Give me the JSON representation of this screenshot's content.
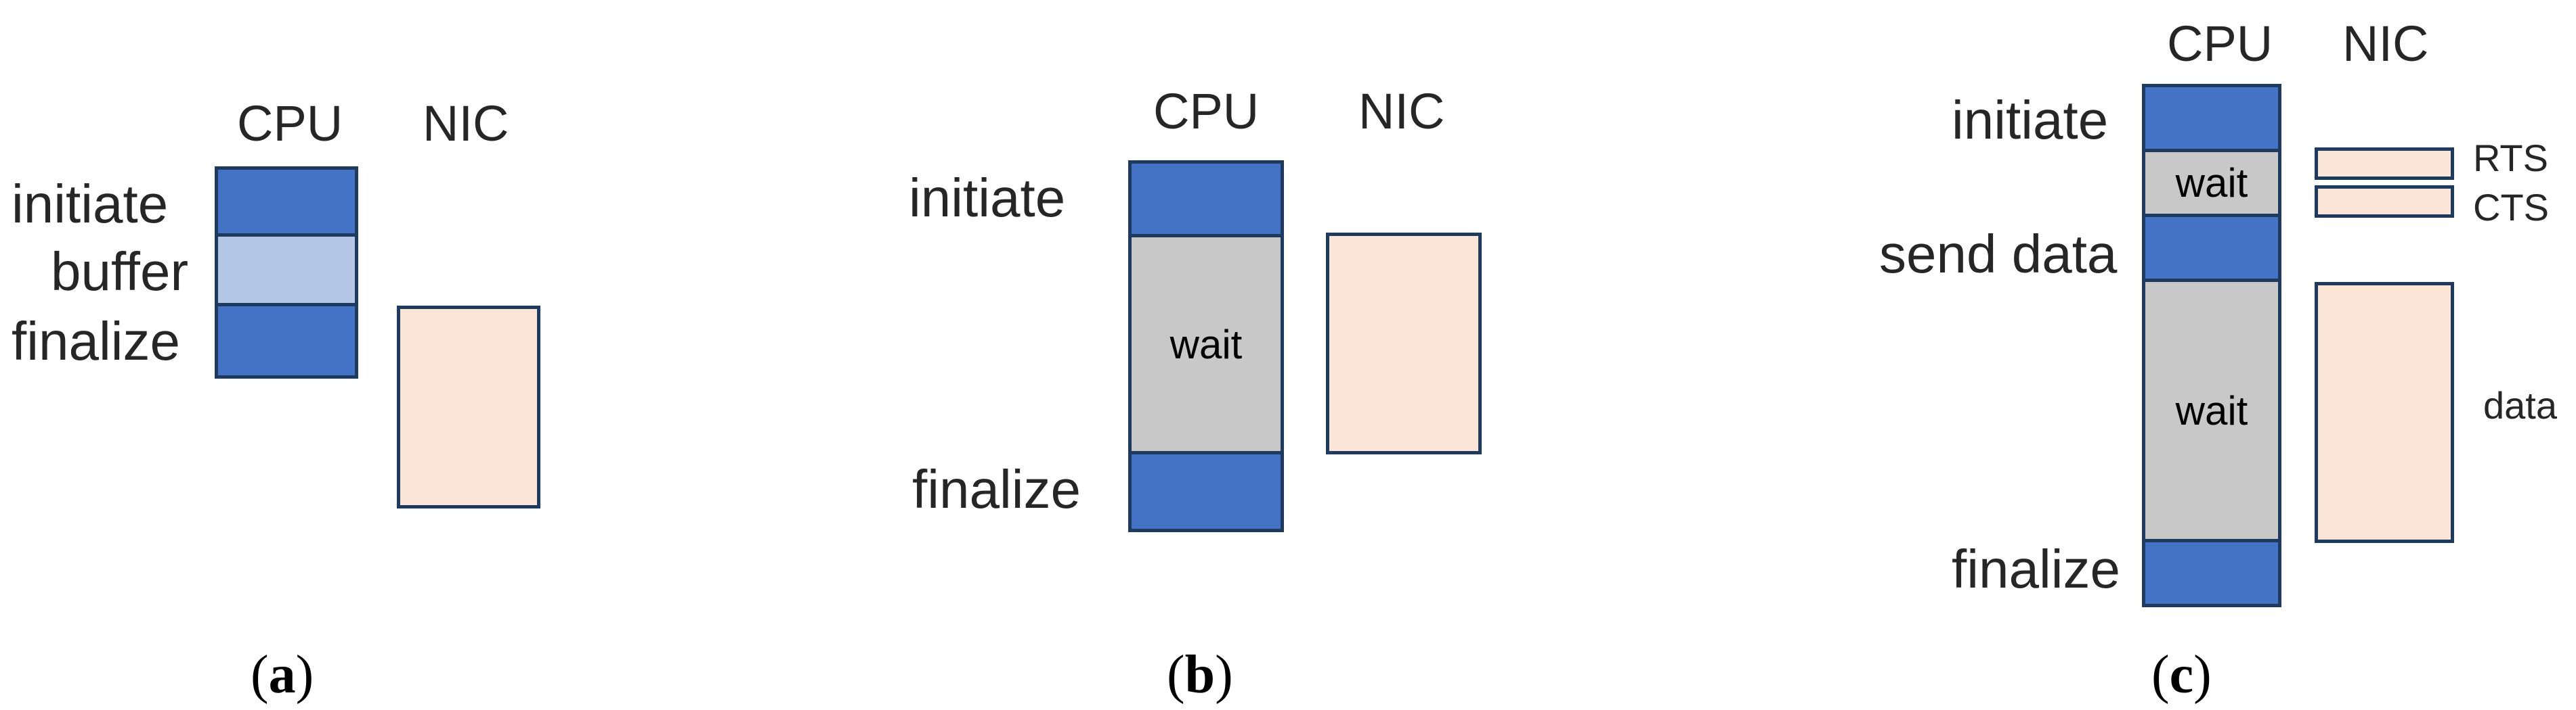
{
  "panel_a": {
    "cpu_header": "CPU",
    "nic_header": "NIC",
    "labels": {
      "initiate": "initiate",
      "buffer": "buffer",
      "finalize": "finalize"
    },
    "caption_open": "(",
    "caption_letter": "a",
    "caption_close": ")"
  },
  "panel_b": {
    "cpu_header": "CPU",
    "nic_header": "NIC",
    "labels": {
      "initiate": "initiate",
      "wait": "wait",
      "finalize": "finalize"
    },
    "caption_open": "(",
    "caption_letter": "b",
    "caption_close": ")"
  },
  "panel_c": {
    "cpu_header": "CPU",
    "nic_header": "NIC",
    "labels": {
      "initiate": "initiate",
      "wait_short": "wait",
      "send_data": "send data",
      "wait_long": "wait",
      "finalize": "finalize",
      "rts": "RTS",
      "cts": "CTS",
      "data": "data"
    },
    "caption_open": "(",
    "caption_letter": "c",
    "caption_close": ")"
  },
  "colors": {
    "cpu_active": "#4472c4",
    "cpu_buffer": "#b4c7e7",
    "cpu_wait": "#c8c8c8",
    "nic_transfer": "#fbe5d6",
    "outline": "#1f3a5f"
  }
}
